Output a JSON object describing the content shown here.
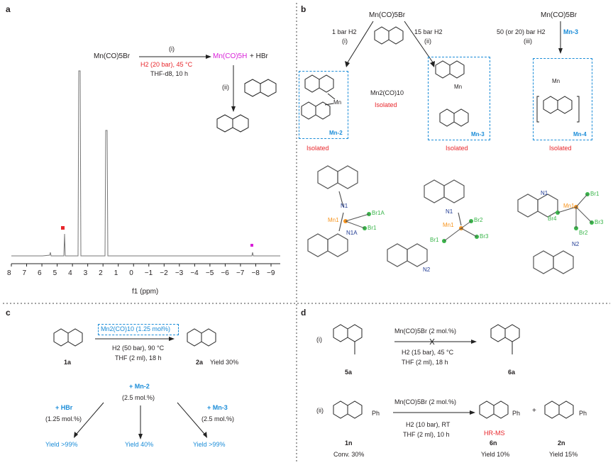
{
  "panels": {
    "a": "a",
    "b": "b",
    "c": "c",
    "d": "d"
  },
  "colors": {
    "red": "#e8262b",
    "magenta": "#d81fd8",
    "blue": "#1a8cd8",
    "orange": "#f7941d",
    "green": "#39b54a",
    "dark_blue": "#1f3a93"
  },
  "panel_a": {
    "reactant": "Mn(CO)5Br",
    "cond_i": "(i)",
    "cond_h2": "H2 (20 bar), 45 °C",
    "cond_solvent": "THF-d8, 10 h",
    "product_hydride": "Mn(CO)5H",
    "product_hbr": "+ HBr",
    "cond_ii": "(ii)",
    "xlabel": "f1 (ppm)",
    "x_ticks": [
      "8",
      "7",
      "6",
      "5",
      "4",
      "3",
      "2",
      "1",
      "0",
      "−1",
      "−2",
      "−3",
      "−4",
      "−5",
      "−6",
      "−7",
      "−8",
      "−9"
    ]
  },
  "panel_b": {
    "top_left_reactant": "Mn(CO)5Br",
    "path_i_cond": "1 bar H2",
    "path_i": "(i)",
    "path_ii_cond": "15 bar H2",
    "path_ii": "(ii)",
    "top_right_reactant": "Mn(CO)5Br",
    "path_iii_cond": "50 (or 20) bar H2",
    "path_iii": "(iii)",
    "path_iii_cat": "Mn-3",
    "mn2_label": "Mn-2",
    "mn3_label": "Mn-3",
    "mn4_label": "Mn-4",
    "mn2co10": "Mn2(CO)10",
    "isolated": "Isolated",
    "atoms_mn2": [
      "N1",
      "Mn1",
      "Br1A",
      "Br1",
      "N1A"
    ],
    "atoms_mn3": [
      "N1",
      "Mn1",
      "Br2",
      "Br1",
      "Br3",
      "N2"
    ],
    "atoms_mn4": [
      "N1",
      "Mn1",
      "Br1",
      "Br4",
      "Br3",
      "Br2",
      "N2"
    ]
  },
  "panel_c": {
    "catalyst": "Mn2(CO)10 (1.25 mol%)",
    "cond1": "H2 (50 bar), 90 °C",
    "cond2": "THF (2 ml), 18 h",
    "sub_label": "1a",
    "prod_label": "2a",
    "yield_main": "Yield 30%",
    "add_mid": "+ Mn-2",
    "add_mid_amt": "(2.5 mol.%)",
    "add_left": "+ HBr",
    "add_left_amt": "(1.25 mol.%)",
    "add_right": "+ Mn-3",
    "add_right_amt": "(2.5 mol.%)",
    "yield_left": "Yield >99%",
    "yield_mid": "Yield 40%",
    "yield_right": "Yield >99%"
  },
  "panel_d": {
    "i": "(i)",
    "ii": "(ii)",
    "cat_i": "Mn(CO)5Br (2 mol.%)",
    "cond_i_1": "H2 (15 bar), 45 °C",
    "cond_i_2": "THF (2 ml), 18 h",
    "sub_i": "5a",
    "prod_i": "6a",
    "cat_ii": "Mn(CO)5Br (2 mol.%)",
    "cond_ii_1": "H2 (10 bar), RT",
    "cond_ii_2": "THF (2 ml), 10 h",
    "sub_ii": "1n",
    "conv": "Conv. 30%",
    "hrms": "HR-MS",
    "prod_6n": "6n",
    "yield_6n": "Yield 10%",
    "plus": "+",
    "prod_2n": "2n",
    "yield_2n": "Yield 15%",
    "ph": "Ph"
  }
}
